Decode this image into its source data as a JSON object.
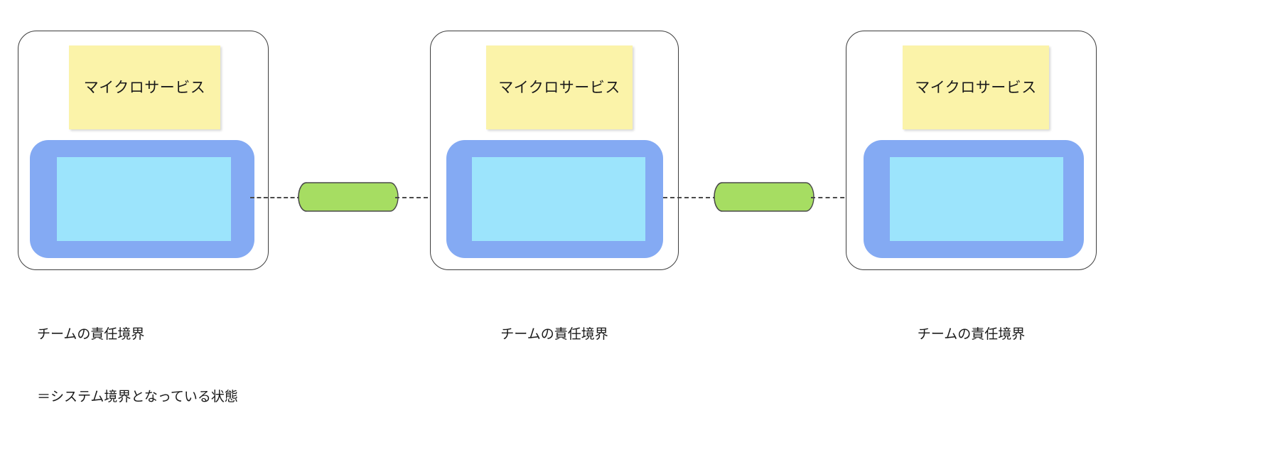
{
  "diagram": {
    "title": "microservice team boundary diagram",
    "colors": {
      "sticky_note": "#fbf3a9",
      "system_outer": "#84aaf3",
      "system_inner": "#9ce4fc",
      "pipe_fill": "#a6dd62",
      "pipe_stroke": "#4a4a4a",
      "boundary_stroke": "#3d3d3d",
      "dash_stroke": "#4a4a4a",
      "text": "#1a1a1a",
      "background": "#ffffff"
    },
    "panels": [
      {
        "id": "panel-1",
        "sticky_label": "マイクロサービス",
        "caption_line_1": "チームの責任境界",
        "caption_line_2": "＝システム境界となっている状態",
        "caption_align": "left"
      },
      {
        "id": "panel-2",
        "sticky_label": "マイクロサービス",
        "caption_line_1": "チームの責任境界",
        "caption_line_2": "",
        "caption_align": "center"
      },
      {
        "id": "panel-3",
        "sticky_label": "マイクロサービス",
        "caption_line_1": "チームの責任境界",
        "caption_line_2": "",
        "caption_align": "center"
      }
    ],
    "connectors": [
      {
        "id": "connector-1",
        "icon": "cylinder-pipe-icon",
        "label": ""
      },
      {
        "id": "connector-2",
        "icon": "cylinder-pipe-icon",
        "label": ""
      }
    ]
  }
}
